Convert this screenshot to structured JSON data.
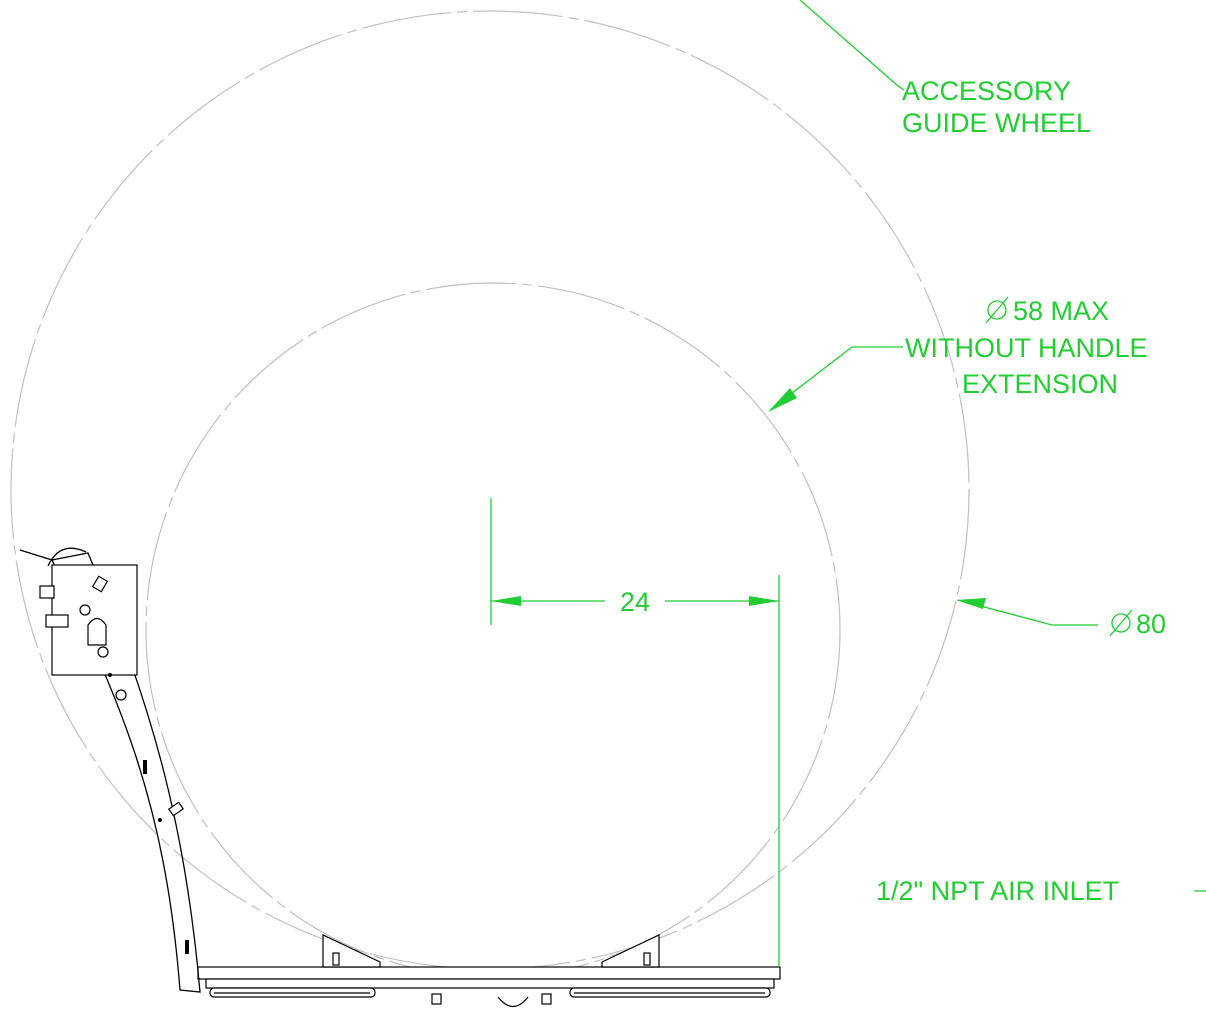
{
  "labels": {
    "guide_wheel_line1": "ACCESSORY",
    "guide_wheel_line2": "GUIDE WHEEL",
    "dia58_line1": "58 MAX",
    "dia58_line2": "WITHOUT HANDLE",
    "dia58_line3": "EXTENSION",
    "dia80": "80",
    "dim24": "24",
    "air_inlet": "1/2\" NPT AIR INLET"
  },
  "symbols": {
    "diameter": "diameter-symbol"
  },
  "colors": {
    "annotation": "#22cc33",
    "reference_circle": "#c0c0c0",
    "part": "#000000"
  }
}
